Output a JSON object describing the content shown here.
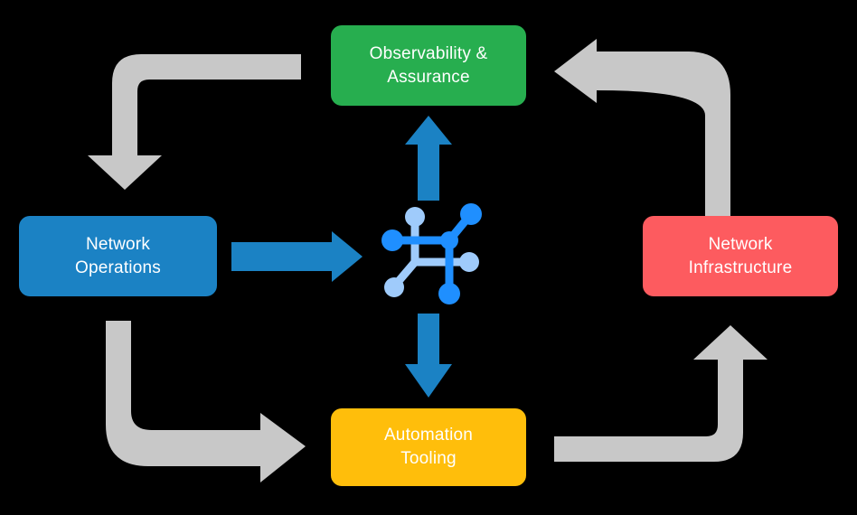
{
  "diagram": {
    "title": "Network automation lifecycle cycle diagram",
    "background_color": "#000000",
    "nodes": [
      {
        "id": "observability",
        "label": "Observability &\nAssurance",
        "line1": "Observability &",
        "line2": "Assurance",
        "color": "#27ae4f",
        "text_color": "#ffffff",
        "position": "top"
      },
      {
        "id": "network-operations",
        "label": "Network\nOperations",
        "line1": "Network",
        "line2": "Operations",
        "color": "#1b82c4",
        "text_color": "#ffffff",
        "position": "left"
      },
      {
        "id": "network-infrastructure",
        "label": "Network\nInfrastructure",
        "line1": "Network",
        "line2": "Infrastructure",
        "color": "#fd5b5f",
        "text_color": "#ffffff",
        "position": "right"
      },
      {
        "id": "automation-tooling",
        "label": "Automation\nTooling",
        "line1": "Automation",
        "line2": "Tooling",
        "color": "#ffbe0b",
        "text_color": "#ffffff",
        "position": "bottom"
      }
    ],
    "center_icon": {
      "name": "network-topology-icon",
      "color_dark": "#1f8fff",
      "color_light": "#9fcbfb"
    },
    "connectors": {
      "blue_color": "#1b82c4",
      "gray_color": "#c8c8c8",
      "blue_arrows": [
        {
          "id": "ops-to-center",
          "direction": "right"
        },
        {
          "id": "center-to-observability",
          "direction": "up"
        },
        {
          "id": "center-to-automation",
          "direction": "down"
        }
      ],
      "gray_arrows": [
        {
          "id": "observability-to-operations",
          "direction": "down",
          "corner": "top-left"
        },
        {
          "id": "infrastructure-to-observability",
          "direction": "left",
          "corner": "top-right"
        },
        {
          "id": "operations-to-automation",
          "direction": "right",
          "corner": "bottom-left"
        },
        {
          "id": "automation-to-infrastructure",
          "direction": "up",
          "corner": "bottom-right"
        }
      ]
    }
  }
}
